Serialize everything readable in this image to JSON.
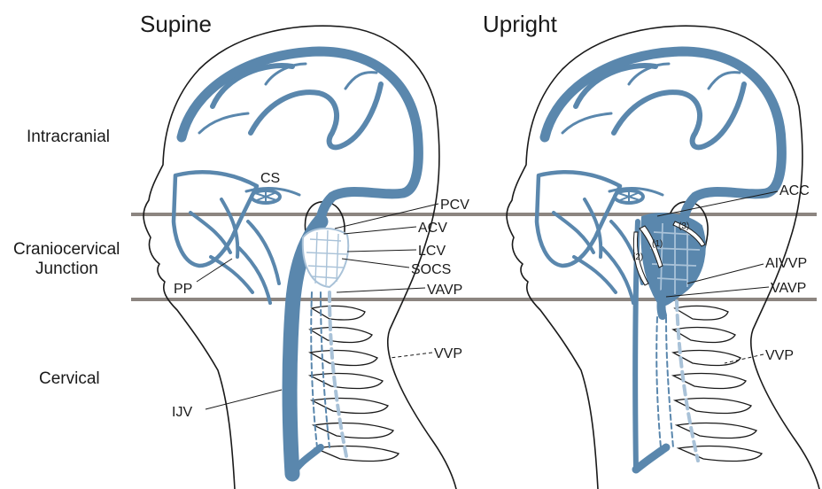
{
  "colors": {
    "vein": "#5a87ad",
    "vein_light": "#a9c2d8",
    "band": "#8c8580",
    "outline": "#1a1a1a"
  },
  "panels": {
    "left": {
      "title": "Supine"
    },
    "right": {
      "title": "Upright"
    }
  },
  "regions": {
    "intracranial": "Intracranial",
    "craniocervical_line1": "Craniocervical",
    "craniocervical_line2": "Junction",
    "cervical": "Cervical"
  },
  "left_labels": {
    "cs": "CS",
    "pcv": "PCV",
    "acv": "ACV",
    "lcv": "LCV",
    "socs": "SOCS",
    "vavp": "VAVP",
    "pp": "PP",
    "vvp": "VVP",
    "ijv": "IJV"
  },
  "right_labels": {
    "acc": "ACC",
    "aivvp": "AIVVP",
    "vavp": "VAVP",
    "vvp": "VVP",
    "n1": "(1)",
    "n2": "(2)",
    "n3": "(3)"
  }
}
